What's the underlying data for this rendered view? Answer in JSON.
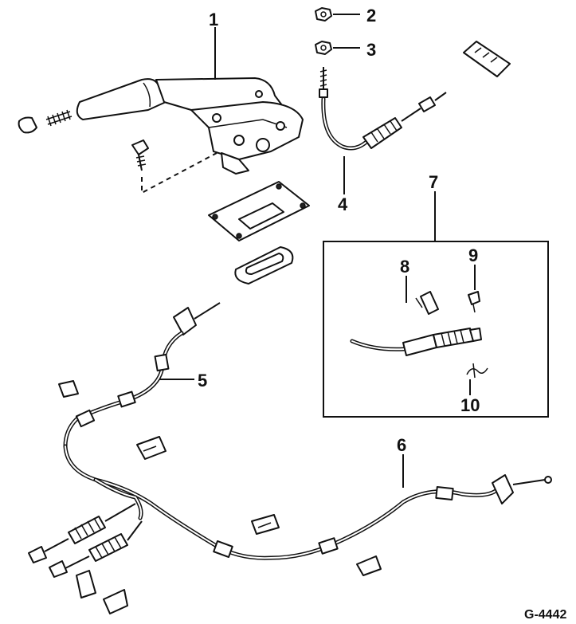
{
  "callouts": {
    "c1": "1",
    "c2": "2",
    "c3": "3",
    "c4": "4",
    "c5": "5",
    "c6": "6",
    "c7": "7",
    "c8": "8",
    "c9": "9",
    "c10": "10"
  },
  "figure_id": "G-4442"
}
